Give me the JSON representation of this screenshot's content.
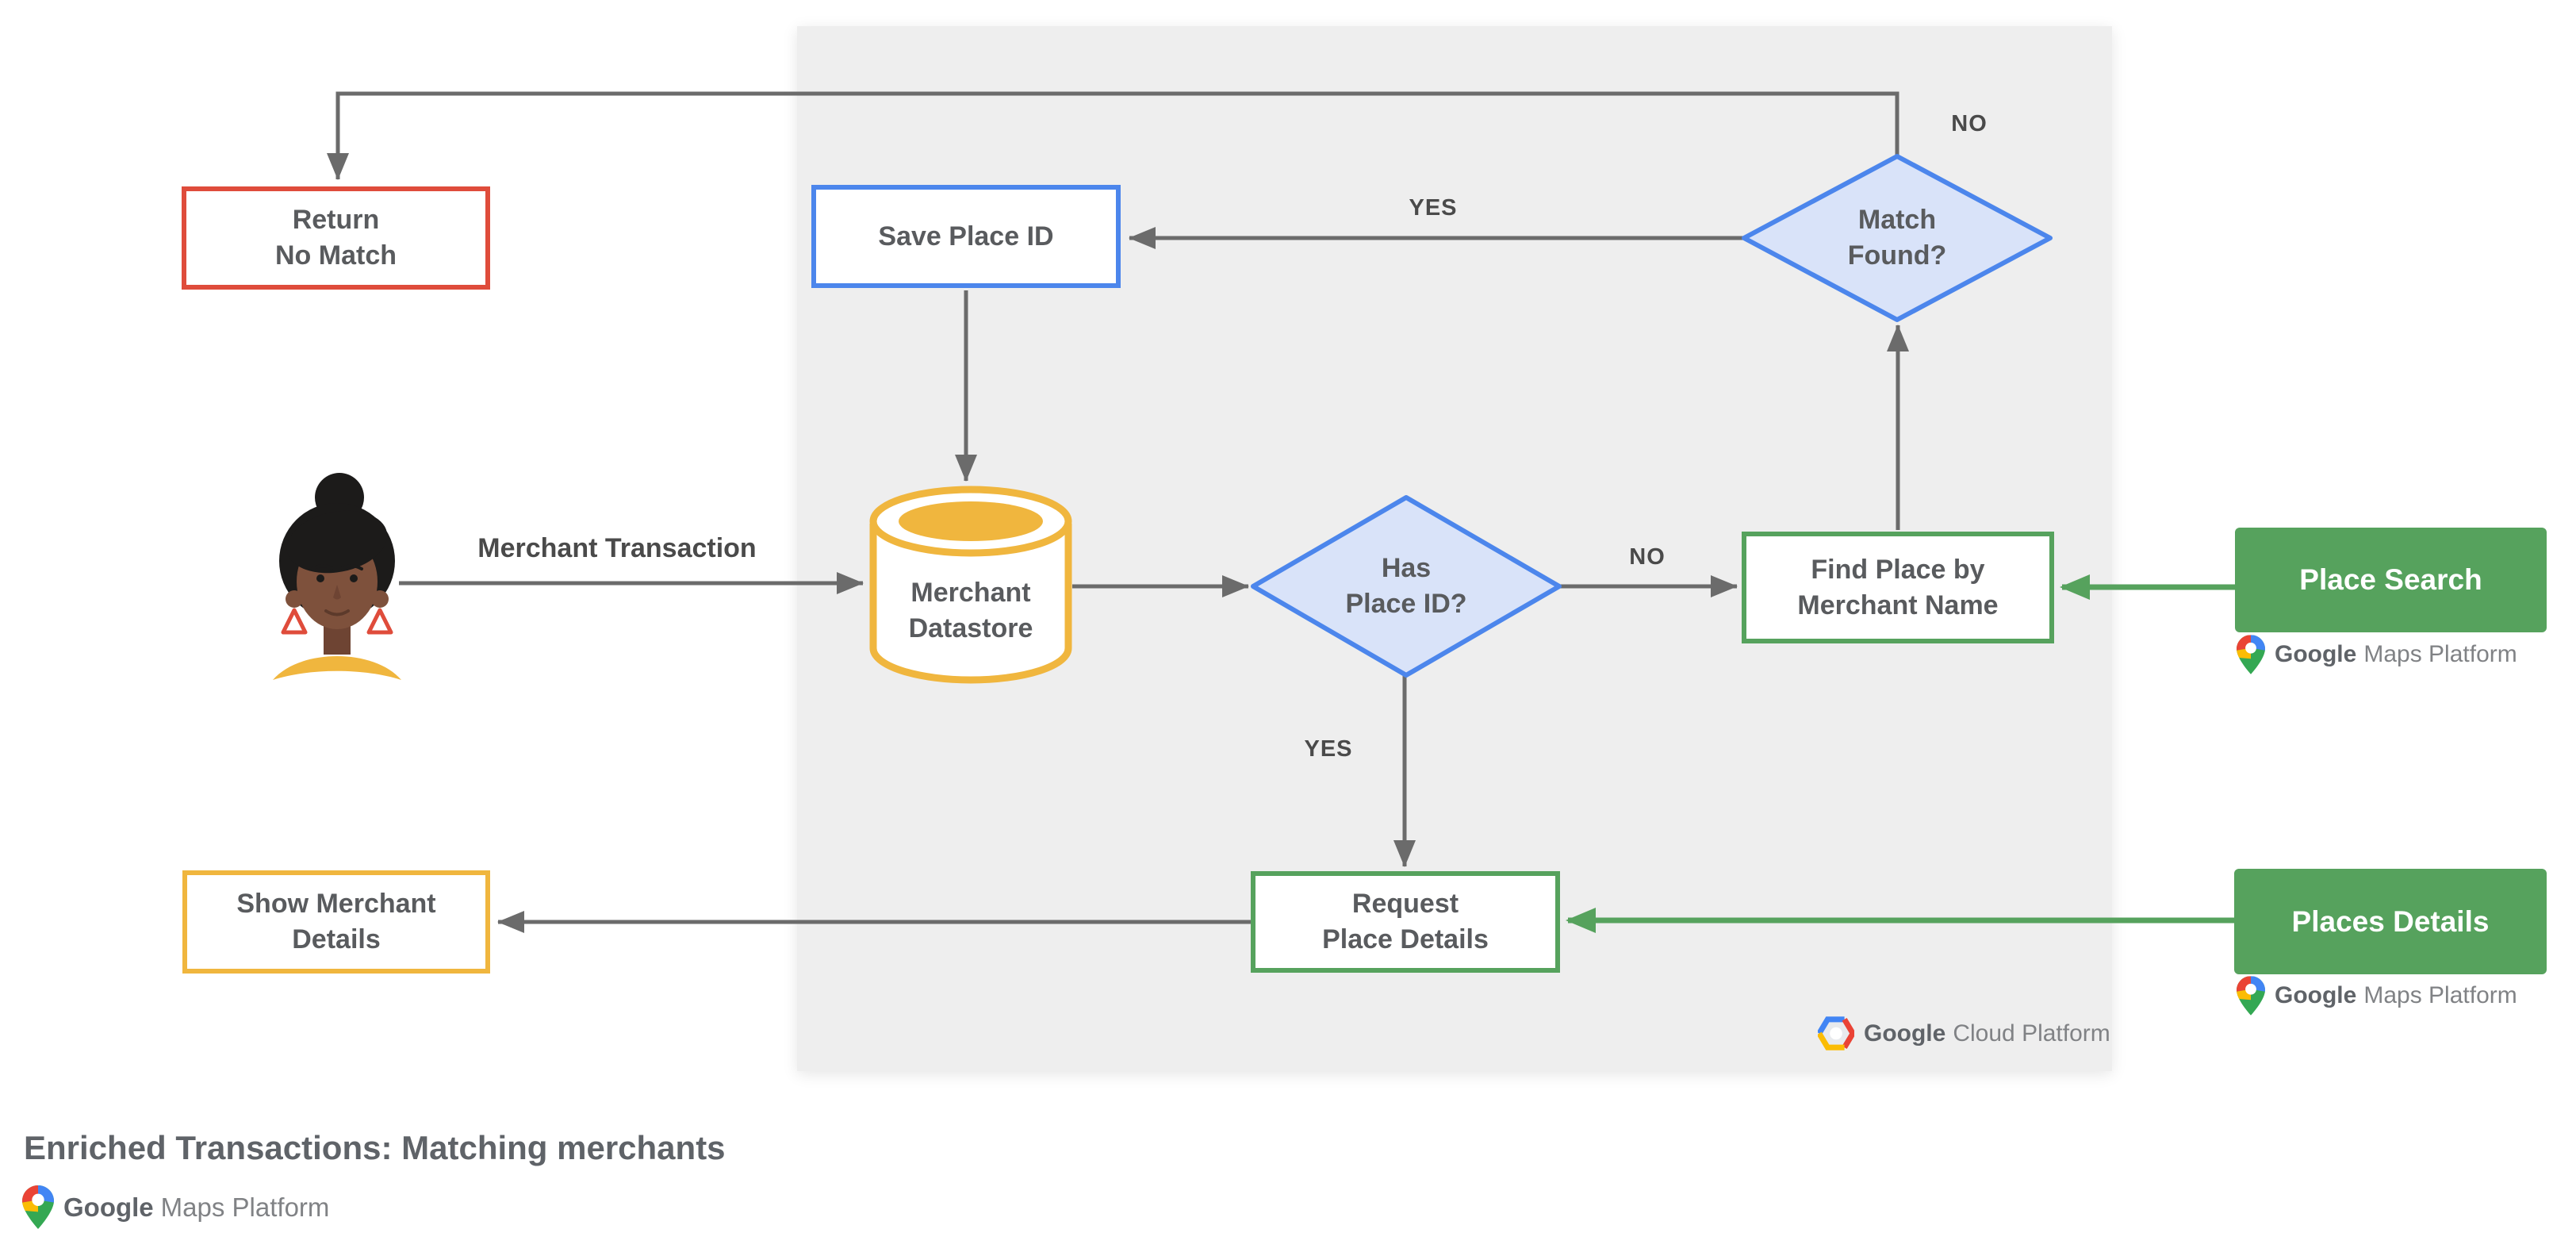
{
  "title": "Enriched Transactions: Matching merchants",
  "nodes": {
    "return_no_match": {
      "lines": [
        "Return",
        "No Match"
      ]
    },
    "save_place_id": {
      "lines": [
        "Save Place ID"
      ]
    },
    "match_found": {
      "lines": [
        "Match",
        "Found?"
      ]
    },
    "merchant_datastore": {
      "lines": [
        "Merchant",
        "Datastore"
      ]
    },
    "has_place_id": {
      "lines": [
        "Has",
        "Place ID?"
      ]
    },
    "find_place": {
      "lines": [
        "Find Place by",
        "Merchant Name"
      ]
    },
    "request_place_details": {
      "lines": [
        "Request",
        "Place Details"
      ]
    },
    "show_merchant_details": {
      "lines": [
        "Show Merchant",
        "Details"
      ]
    }
  },
  "api": {
    "place_search": {
      "label": "Place Search"
    },
    "places_details": {
      "label": "Places Details"
    }
  },
  "edge_labels": {
    "no_top": "NO",
    "yes_save": "YES",
    "no_find": "NO",
    "yes_request": "YES"
  },
  "flow_label": "Merchant Transaction",
  "logos": {
    "maps_platform": {
      "brand": "Google",
      "product": "Maps Platform"
    },
    "cloud_platform": {
      "brand": "Google",
      "product": "Cloud Platform"
    }
  },
  "colors": {
    "red": "#df4c3b",
    "blue": "#4c86ec",
    "blue_fill": "#d9e3f9",
    "yellow": "#f0b63e",
    "green": "#56a25d",
    "line_gray": "#6b6b6b",
    "panel_gray": "#eeeeee"
  }
}
